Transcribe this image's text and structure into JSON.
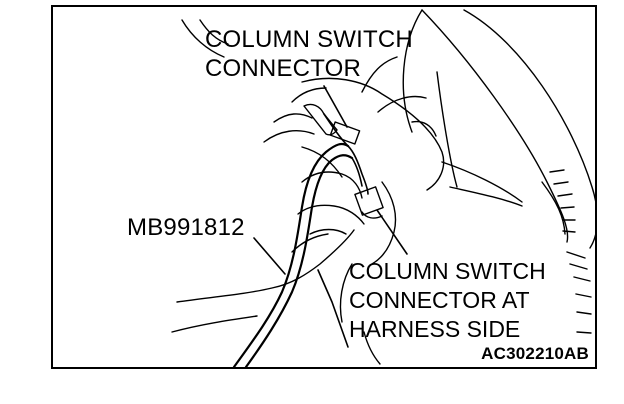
{
  "labels": {
    "column_switch_connector": [
      "COLUMN SWITCH",
      "CONNECTOR"
    ],
    "tool": "MB991812",
    "harness_side_connector": [
      "COLUMN SWITCH",
      "CONNECTOR AT",
      "HARNESS SIDE"
    ],
    "figure_code": "AC302210AB"
  }
}
